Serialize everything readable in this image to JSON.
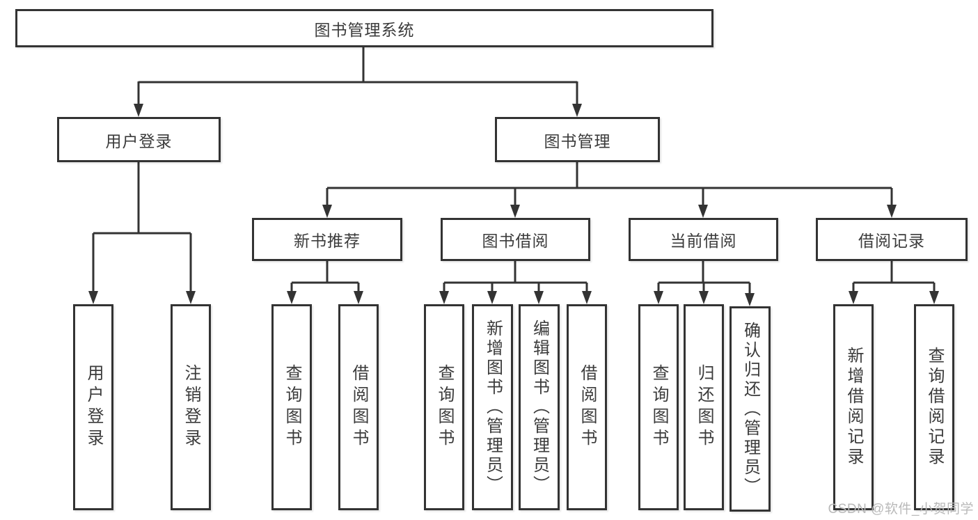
{
  "diagram": {
    "title": "图书管理系统",
    "branches": [
      {
        "label": "用户登录",
        "children": [
          "用户登录",
          "注销登录"
        ]
      },
      {
        "label": "图书管理",
        "sections": [
          {
            "label": "新书推荐",
            "children": [
              "查询图书",
              "借阅图书"
            ]
          },
          {
            "label": "图书借阅",
            "children": [
              "查询图书",
              "新增图书（管理员）",
              "编辑图书（管理员）",
              "借阅图书"
            ]
          },
          {
            "label": "当前借阅",
            "children": [
              "查询图书",
              "归还图书",
              "确认归还（管理员）"
            ]
          },
          {
            "label": "借阅记录",
            "children": [
              "新增借阅记录",
              "查询借阅记录"
            ]
          }
        ]
      }
    ]
  },
  "watermark": "CSDN @软件_小贺同学",
  "colors": {
    "line": "#333333",
    "text": "#3b3b3b",
    "watermark": "#b9b9b9",
    "background": "#ffffff"
  }
}
